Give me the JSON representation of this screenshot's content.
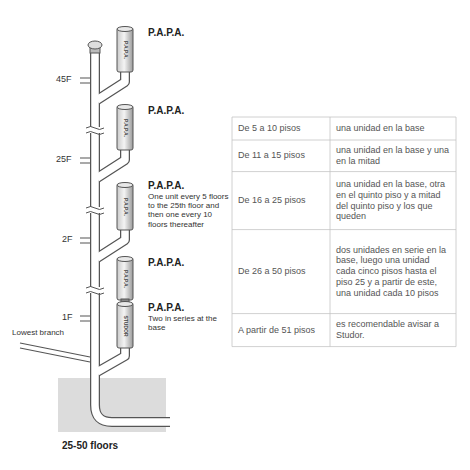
{
  "diagram": {
    "caption": "25-50 floors",
    "labels": [
      "P.A.P.A.",
      "P.A.P.A.",
      "45F",
      "P.A.P.A.",
      "P.A.P.A.",
      "25F",
      "P.A.P.A.",
      "P.A.P.A.",
      "One unit every 5 floors to the 25th floor and then one every 10 floors thereafter",
      "2F",
      "P.A.P.A.",
      "P.A.P.A.",
      "1F",
      "STUDOR",
      "P.A.P.A.",
      "Two in series at the base",
      "Lowest branch",
      "De 5 a 10 pisos",
      "una unidad en la base",
      "De 11 a 15 pisos",
      "una unidad en la base y una en la mitad",
      "De 16 a 25 pisos",
      "una unidad en la base, otra en el quinto piso y a mitad del quinto piso y los que queden",
      "De 26 a 50 pisos",
      "dos unidades en serie en la base, luego una unidad cada cinco pisos hasta el piso 25 y a partir de este, una unidad cada 10 pisos",
      "A partir de 51 pisos",
      "es recomendable avisar a Studor."
    ]
  }
}
